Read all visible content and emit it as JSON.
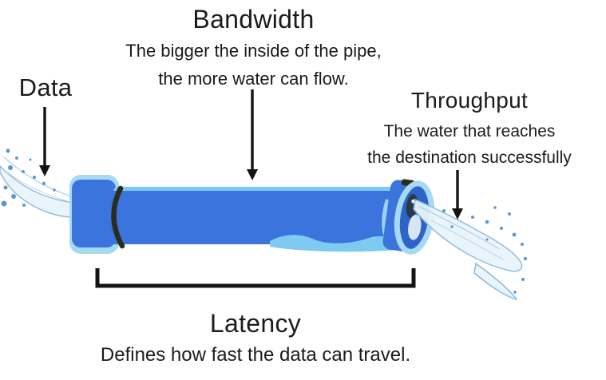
{
  "labels": {
    "bandwidth": {
      "title": "Bandwidth",
      "line1": "The bigger the inside of the pipe,",
      "line2": "the more water can flow."
    },
    "data": {
      "title": "Data"
    },
    "throughput": {
      "title": "Throughput",
      "line1": "The water that  reaches",
      "line2": "the destination successfully"
    },
    "latency": {
      "title": "Latency",
      "line1": "Defines how fast the data can travel."
    }
  },
  "icons": {
    "data_arrow": "down-arrow",
    "bandwidth_arrow": "down-arrow",
    "throughput_arrow": "down-arrow",
    "latency_bracket": "square-bracket",
    "pipe": "water-pipe",
    "left_splash": "water-splash-in",
    "right_splash": "water-splash-out"
  },
  "colors": {
    "pipe_blue": "#3b74dc",
    "pipe_deep": "#2e63c8",
    "pipe_highlight": "#7ecaf0",
    "pipe_rim": "#a6daf3",
    "seam_dark": "#2b2c1c",
    "water_fill": "#e9f4fb",
    "water_stroke": "#8fb9d9",
    "water_drop": "#5f97c9",
    "arrow": "#141414",
    "text": "#1b1b1b"
  }
}
